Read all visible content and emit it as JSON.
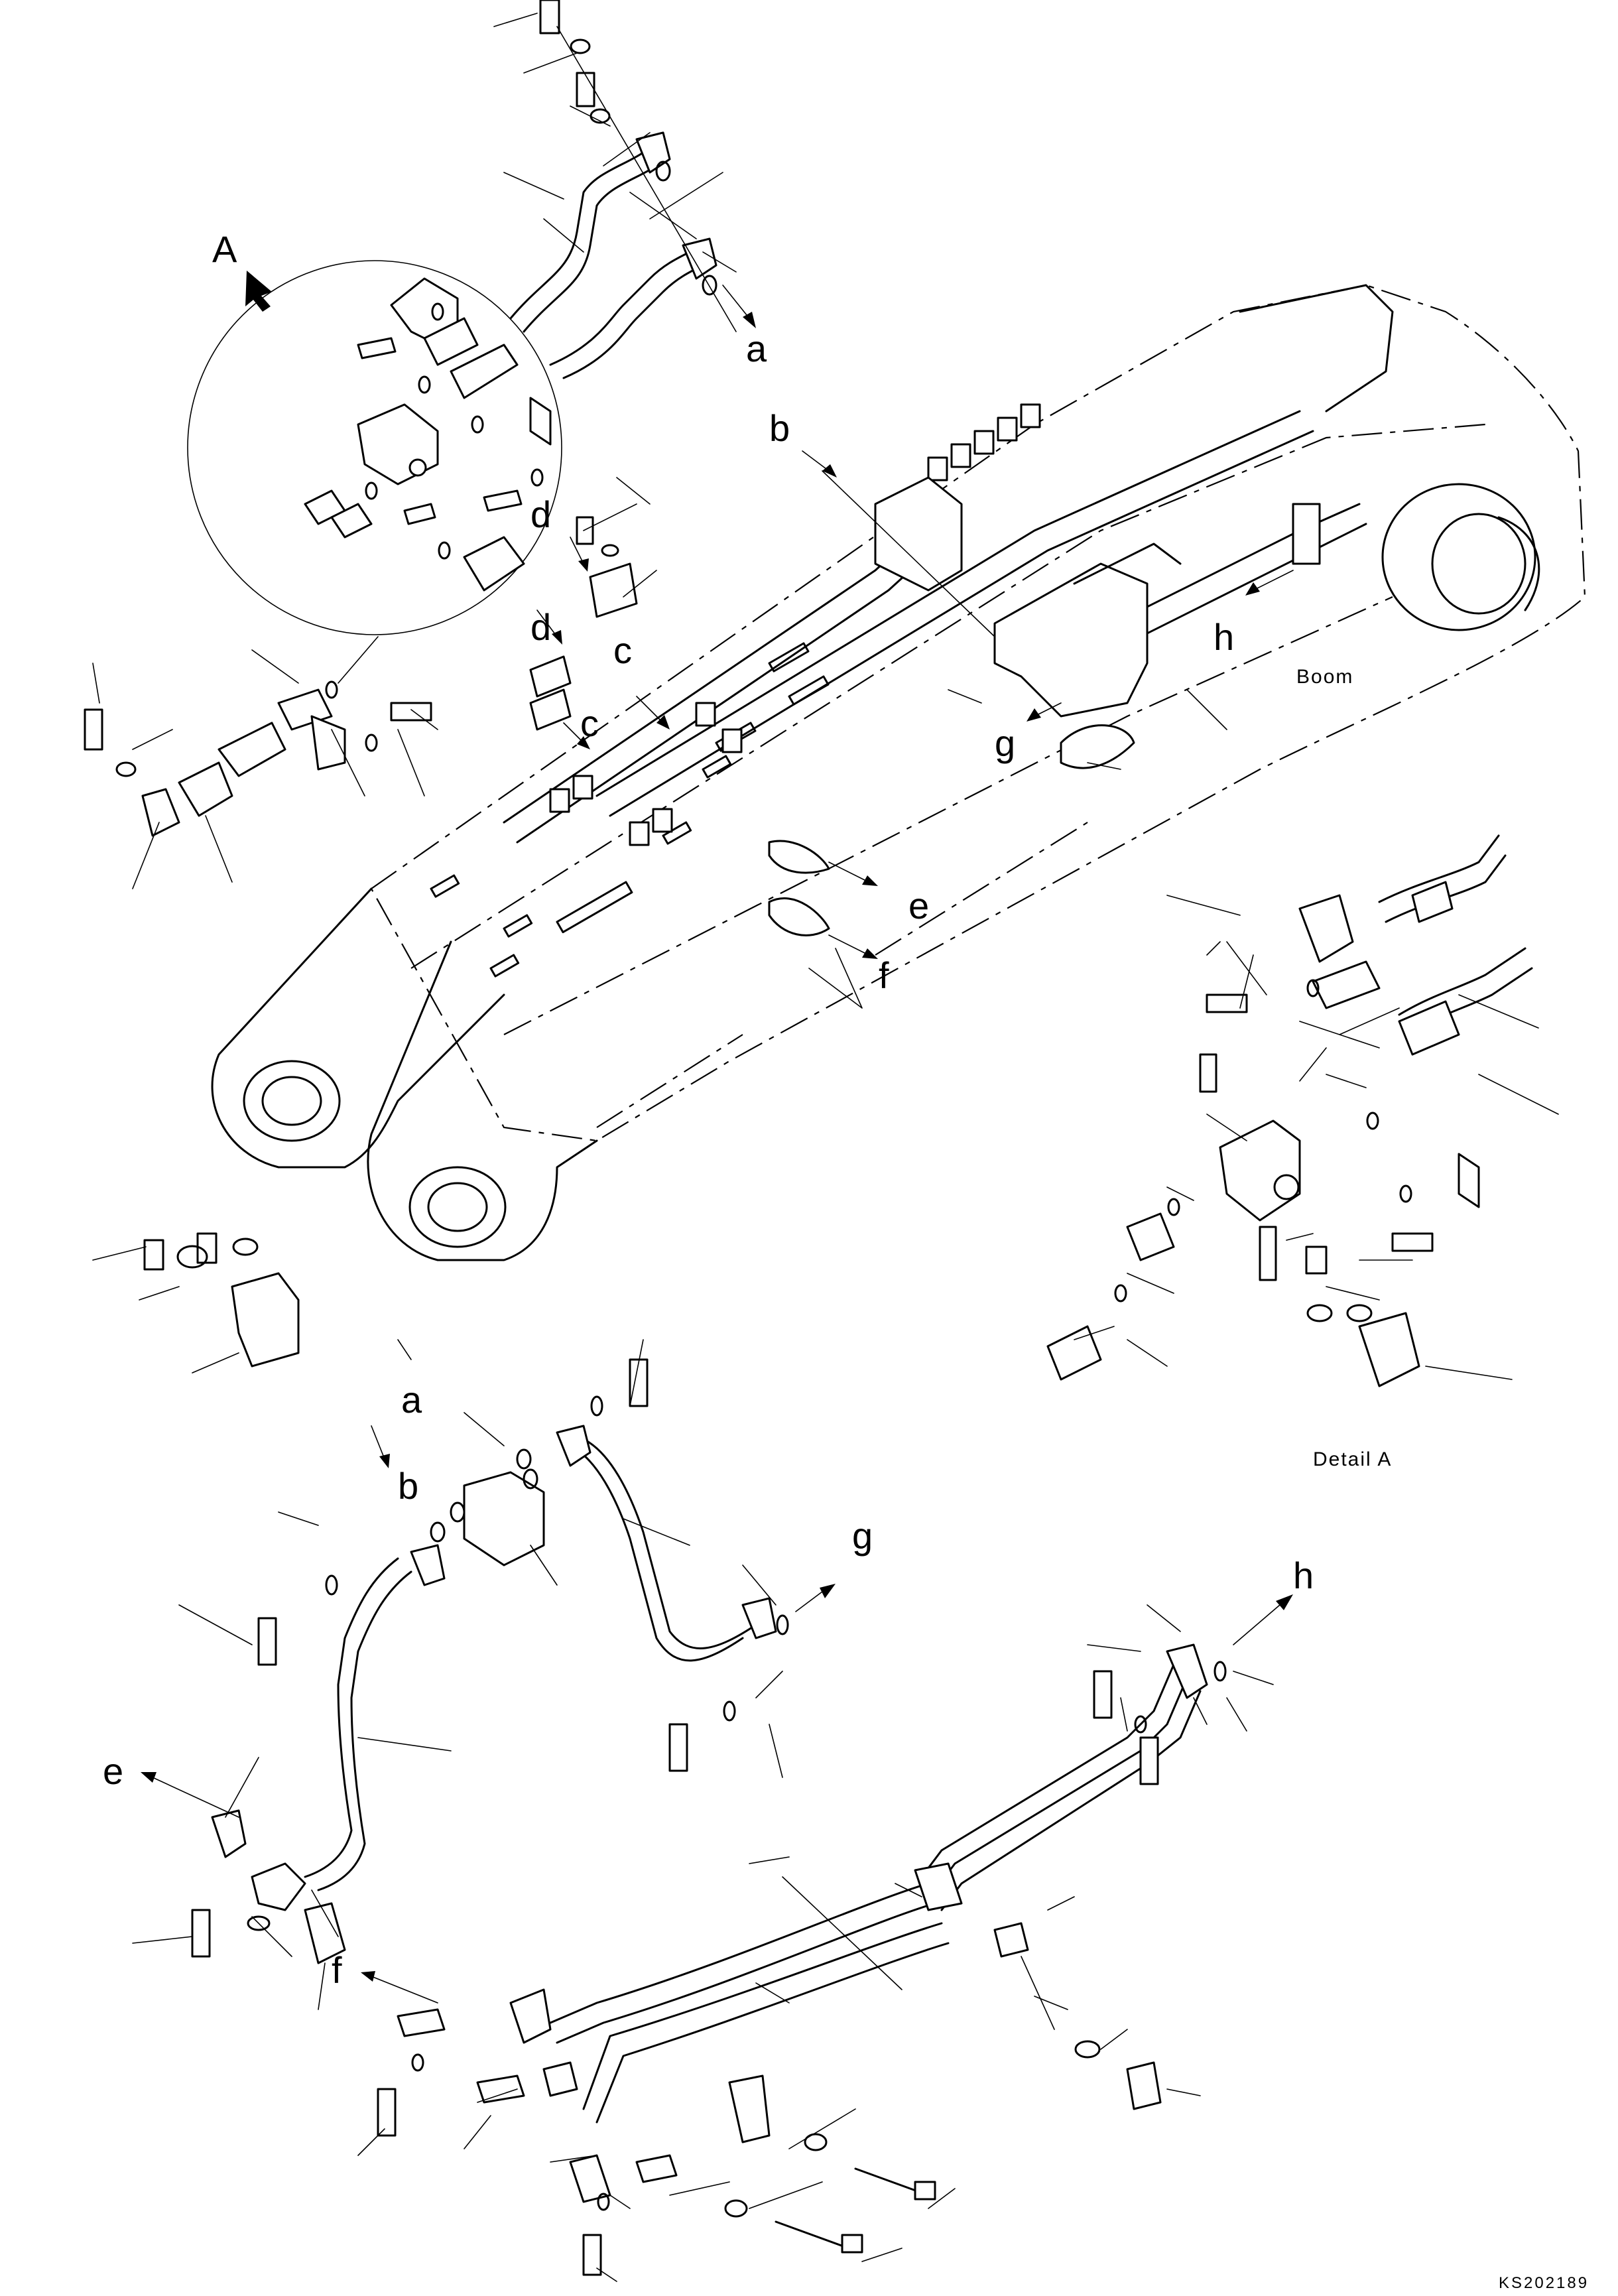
{
  "labels": {
    "detail_pointer": "A",
    "section_letters": [
      "a",
      "b",
      "c",
      "d",
      "e",
      "f",
      "g",
      "h"
    ],
    "boom": "Boom",
    "detail_caption": "Detail A",
    "drawing_code": "KS202189"
  },
  "icons": [
    "detail-arrow-icon",
    "leader-arrow-icon"
  ]
}
